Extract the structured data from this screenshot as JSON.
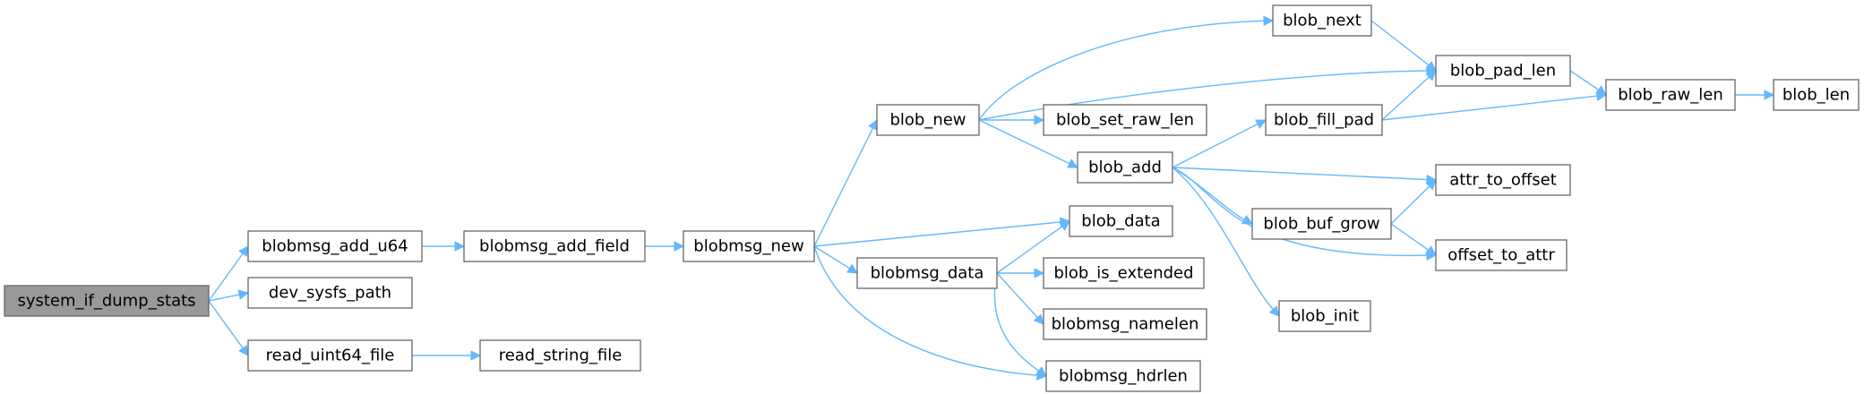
{
  "graph": {
    "colors": {
      "edge": "#63b8ff",
      "node_border": "#666666",
      "root_fill": "#999999",
      "node_fill": "#ffffff"
    },
    "nodes": [
      {
        "id": "system_if_dump_stats",
        "label": "system_if_dump_stats",
        "root": true
      },
      {
        "id": "blobmsg_add_u64",
        "label": "blobmsg_add_u64"
      },
      {
        "id": "dev_sysfs_path",
        "label": "dev_sysfs_path"
      },
      {
        "id": "read_uint64_file",
        "label": "read_uint64_file"
      },
      {
        "id": "blobmsg_add_field",
        "label": "blobmsg_add_field"
      },
      {
        "id": "read_string_file",
        "label": "read_string_file"
      },
      {
        "id": "blobmsg_new",
        "label": "blobmsg_new"
      },
      {
        "id": "blob_new",
        "label": "blob_new"
      },
      {
        "id": "blobmsg_data",
        "label": "blobmsg_data"
      },
      {
        "id": "blob_data",
        "label": "blob_data"
      },
      {
        "id": "blob_next",
        "label": "blob_next"
      },
      {
        "id": "blob_set_raw_len",
        "label": "blob_set_raw_len"
      },
      {
        "id": "blob_add",
        "label": "blob_add"
      },
      {
        "id": "blob_is_extended",
        "label": "blob_is_extended"
      },
      {
        "id": "blobmsg_namelen",
        "label": "blobmsg_namelen"
      },
      {
        "id": "blobmsg_hdrlen",
        "label": "blobmsg_hdrlen"
      },
      {
        "id": "blob_pad_len",
        "label": "blob_pad_len"
      },
      {
        "id": "blob_fill_pad",
        "label": "blob_fill_pad"
      },
      {
        "id": "blob_buf_grow",
        "label": "blob_buf_grow"
      },
      {
        "id": "blob_init",
        "label": "blob_init"
      },
      {
        "id": "blob_raw_len",
        "label": "blob_raw_len"
      },
      {
        "id": "attr_to_offset",
        "label": "attr_to_offset"
      },
      {
        "id": "offset_to_attr",
        "label": "offset_to_attr"
      },
      {
        "id": "blob_len",
        "label": "blob_len"
      }
    ],
    "edges": [
      [
        "system_if_dump_stats",
        "blobmsg_add_u64"
      ],
      [
        "system_if_dump_stats",
        "dev_sysfs_path"
      ],
      [
        "system_if_dump_stats",
        "read_uint64_file"
      ],
      [
        "blobmsg_add_u64",
        "blobmsg_add_field"
      ],
      [
        "read_uint64_file",
        "read_string_file"
      ],
      [
        "blobmsg_add_field",
        "blobmsg_new"
      ],
      [
        "blobmsg_new",
        "blob_new"
      ],
      [
        "blobmsg_new",
        "blob_data"
      ],
      [
        "blobmsg_new",
        "blobmsg_data"
      ],
      [
        "blobmsg_new",
        "blobmsg_hdrlen"
      ],
      [
        "blob_new",
        "blob_next"
      ],
      [
        "blob_new",
        "blob_pad_len"
      ],
      [
        "blob_new",
        "blob_set_raw_len"
      ],
      [
        "blob_new",
        "blob_add"
      ],
      [
        "blobmsg_data",
        "blob_data"
      ],
      [
        "blobmsg_data",
        "blob_is_extended"
      ],
      [
        "blobmsg_data",
        "blobmsg_namelen"
      ],
      [
        "blobmsg_data",
        "blobmsg_hdrlen"
      ],
      [
        "blob_next",
        "blob_pad_len"
      ],
      [
        "blob_add",
        "blob_fill_pad"
      ],
      [
        "blob_add",
        "attr_to_offset"
      ],
      [
        "blob_add",
        "blob_buf_grow"
      ],
      [
        "blob_add",
        "offset_to_attr"
      ],
      [
        "blob_add",
        "blob_init"
      ],
      [
        "blob_fill_pad",
        "blob_pad_len"
      ],
      [
        "blob_fill_pad",
        "blob_raw_len"
      ],
      [
        "blob_pad_len",
        "blob_raw_len"
      ],
      [
        "blob_buf_grow",
        "attr_to_offset"
      ],
      [
        "blob_buf_grow",
        "offset_to_attr"
      ],
      [
        "blob_raw_len",
        "blob_len"
      ]
    ]
  }
}
